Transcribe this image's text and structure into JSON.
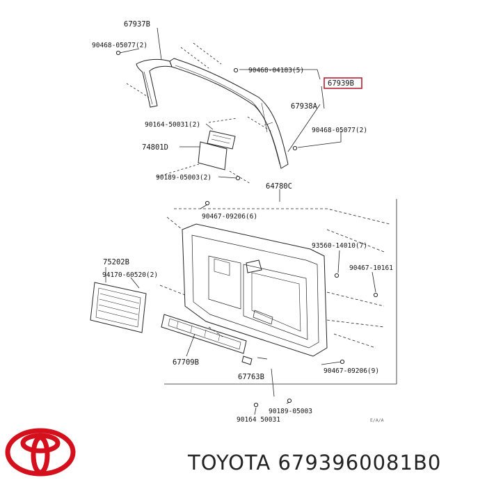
{
  "diagram": {
    "labels": {
      "p67937b": "67937B",
      "p90468_05077_a": "90468-05077(2)",
      "p90468_04183": "90468-04183(5)",
      "p67939b": "67939B",
      "p67938a": "67938A",
      "p90164_50031_a": "90164-50031(2)",
      "p90468_05077_b": "90468-05077(2)",
      "p74801d": "74801D",
      "p90189_05003_a": "90189-05003(2)",
      "p64780c": "64780C",
      "p90467_09206_a": "90467-09206(6)",
      "p93560_14010": "93560-14010(7)",
      "p75202b": "75202B",
      "p90467_10161": "90467-10161",
      "p94170_60520": "94170-60520(2)",
      "p67709b": "67709B",
      "p90467_09206_b": "90467-09206(9)",
      "p67763b": "67763B",
      "p90189_05003_b": "90189-05003",
      "p90164_50031_b": "90164  50031",
      "drawing_code": "E/A/A"
    },
    "highlight_color": "#b01020"
  },
  "footer": {
    "brand": "TOYOTA",
    "part_number": "6793960081B0",
    "logo_color": "#d4101c"
  }
}
